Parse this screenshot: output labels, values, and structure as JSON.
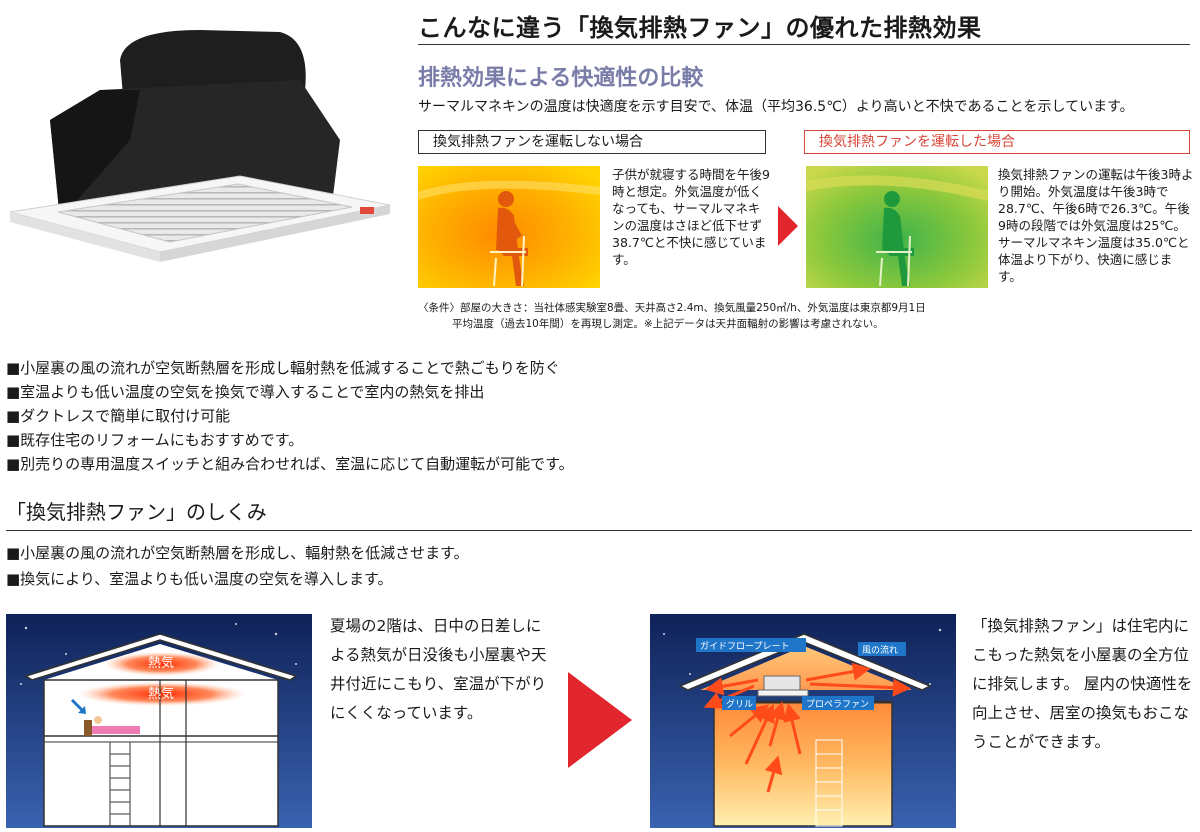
{
  "header": {
    "main_title": "こんなに違う「換気排熱ファン」の優れた排熱効果",
    "sub_title": "排熱効果による快適性の比較",
    "description": "サーマルマネキンの温度は快適度を示す目安で、体温（平均36.5℃）より高いと不快であることを示しています。"
  },
  "comparison": {
    "without": {
      "label": "換気排熱ファンを運転しない場合",
      "text": "子供が就寝する時間を午後9時と想定。外気温度が低くなっても、サーマルマネキンの温度はさほど低下せず38.7℃と不快に感じています。"
    },
    "with": {
      "label": "換気排熱ファンを運転した場合",
      "text": "換気排熱ファンの運転は午後3時より開始。外気温度は午後3時で28.7℃、午後6時で26.3℃。午後9時の段階では外気温度は25℃。サーマルマネキン温度は35.0℃と体温より下がり、快適に感じます。"
    },
    "condition_line1": "〈条件〉部屋の大きさ：当社体感実験室8畳、天井高さ2.4m、換気風量250㎥/h、外気温度は東京都9月1日",
    "condition_line2": "平均温度（過去10年間）を再現し測定。※上記データは天井面輻射の影響は考慮されない。"
  },
  "features": [
    "■小屋裏の風の流れが空気断熱層を形成し輻射熱を低減することで熱ごもりを防ぐ",
    "■室温よりも低い温度の空気を換気で導入することで室内の熱気を排出",
    "■ダクトレスで簡単に取付け可能",
    "■既存住宅のリフォームにもおすすめです。",
    "■別売りの専用温度スイッチと組み合わせれば、室温に応じて自動運転が可能です。"
  ],
  "mechanism": {
    "title": "「換気排熱ファン」のしくみ",
    "points": [
      "■小屋裏の風の流れが空気断熱層を形成し、輻射熱を低減させます。",
      "■換気により、室温よりも低い温度の空気を導入します。"
    ],
    "before_text": "夏場の2階は、日中の日差しによる熱気が日没後も小屋裏や天井付近にこもり、室温が下がりにくくなっています。",
    "after_text": "「換気排熱ファン」は住宅内にこもった熱気を小屋裏の全方位に排気します。 屋内の快適性を向上させ、居室の換気もおこなうことができます。",
    "labels": {
      "heat_attic": "熱気",
      "heat_ceiling": "熱気",
      "guide_plate": "ガイドフロープレート",
      "wind_flow": "風の流れ",
      "grill": "グリル",
      "propeller_fan": "プロペラファン"
    }
  },
  "colors": {
    "accent_red": "#e3262d",
    "subtitle": "#7a7ca8",
    "night_sky": "#16306b",
    "label_blue": "#1f76c8"
  }
}
